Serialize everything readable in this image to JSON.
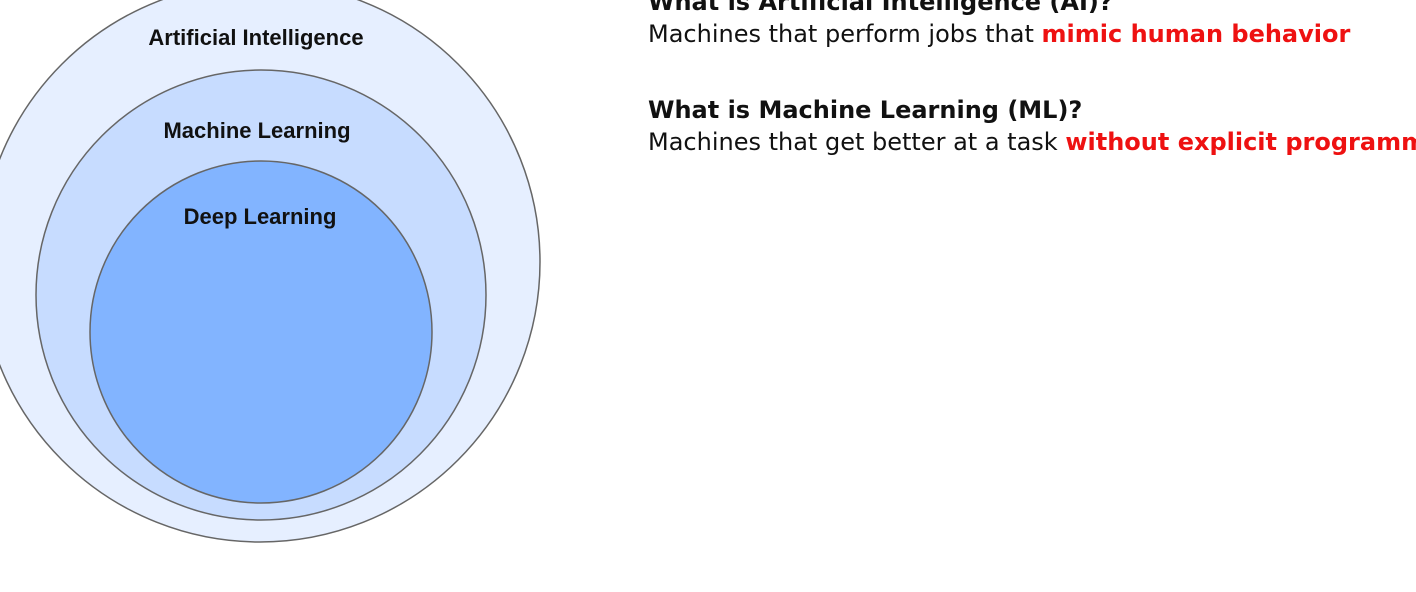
{
  "diagram": {
    "outer_label": "Artificial Intelligence",
    "middle_label": "Machine Learning",
    "inner_label": "Deep Learning",
    "colors": {
      "outer_fill": "#e6efff",
      "middle_fill": "#c7dcff",
      "inner_fill": "#82b4ff",
      "stroke": "#666666"
    }
  },
  "definitions": {
    "ai": {
      "question": "What is Artificial Intelligence (AI)?",
      "text": "Machines that perform jobs that ",
      "highlight": "mimic human behavior"
    },
    "ml": {
      "question": "What is Machine Learning (ML)?",
      "text": "Machines that get better at a task ",
      "highlight": "without explicit programming"
    },
    "highlight_color": "#ee1111"
  }
}
